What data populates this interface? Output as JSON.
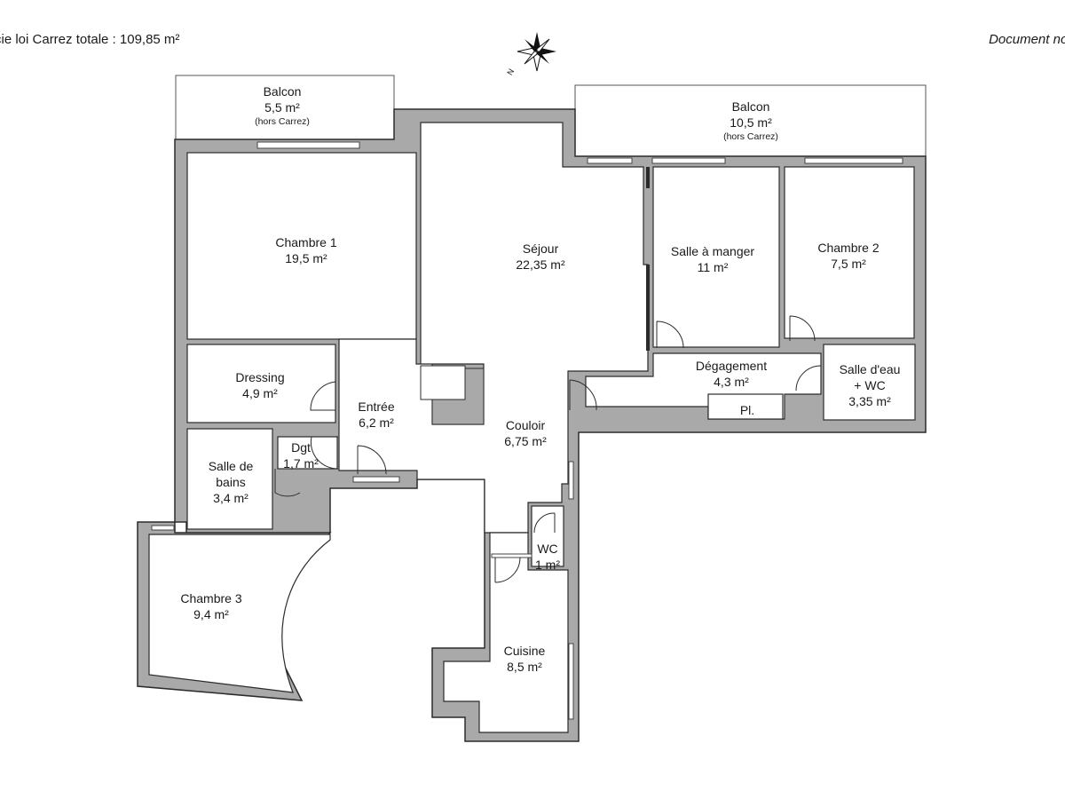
{
  "header": {
    "surface_total": "cie loi Carrez totale :  109,85 m²",
    "disclaimer": "Document non con"
  },
  "compass": {
    "north_letter": "N"
  },
  "rooms": {
    "balcon_left": {
      "name": "Balcon",
      "area": "5,5 m²",
      "note": "(hors Carrez)"
    },
    "balcon_right": {
      "name": "Balcon",
      "area": "10,5 m²",
      "note": "(hors Carrez)"
    },
    "chambre1": {
      "name": "Chambre 1",
      "area": "19,5 m²"
    },
    "sejour": {
      "name": "Séjour",
      "area": "22,35 m²"
    },
    "salle_manger": {
      "name": "Salle à manger",
      "area": "11 m²"
    },
    "chambre2": {
      "name": "Chambre 2",
      "area": "7,5 m²"
    },
    "dressing": {
      "name": "Dressing",
      "area": "4,9 m²"
    },
    "entree": {
      "name": "Entrée",
      "area": "6,2 m²"
    },
    "degagement": {
      "name": "Dégagement",
      "area": "4,3 m²"
    },
    "salle_eau": {
      "name_line1": "Salle d'eau",
      "name_line2": "+ WC",
      "area": "3,35 m²"
    },
    "placard": {
      "name": "Pl."
    },
    "couloir": {
      "name": "Couloir",
      "area": "6,75 m²"
    },
    "dgt": {
      "name": "Dgt",
      "area": "1,7 m²"
    },
    "salle_bains": {
      "name_line1": "Salle de",
      "name_line2": "bains",
      "area": "3,4 m²"
    },
    "wc": {
      "name": "WC",
      "area": "1 m²"
    },
    "chambre3": {
      "name": "Chambre 3",
      "area": "9,4 m²"
    },
    "cuisine": {
      "name": "Cuisine",
      "area": "8,5 m²"
    }
  },
  "colors": {
    "wall": "#a9a9a9",
    "wall_stroke": "#2b2b2b",
    "interior": "#ffffff",
    "line": "#2b2b2b"
  }
}
